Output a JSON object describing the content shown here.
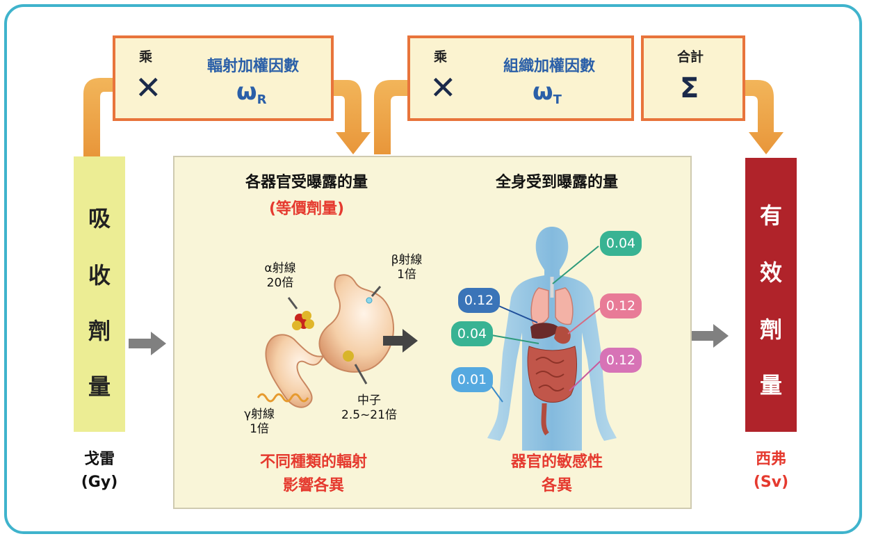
{
  "boxes": {
    "radiation": {
      "mult_label": "乘",
      "mult_sign": "✕",
      "title": "輻射加權因數",
      "symbol": "ω",
      "subscript": "R"
    },
    "tissue": {
      "mult_label": "乘",
      "mult_sign": "✕",
      "title": "組織加權因數",
      "symbol": "ω",
      "subscript": "T"
    },
    "sum": {
      "label": "合計",
      "sign": "Σ"
    }
  },
  "left_bar": {
    "chars": [
      "吸",
      "收",
      "劑",
      "量"
    ],
    "unit_name": "戈雷",
    "unit_symbol": "(Gy)"
  },
  "right_bar": {
    "chars": [
      "有",
      "效",
      "劑",
      "量"
    ],
    "unit_name": "西弗",
    "unit_symbol": "(Sv)"
  },
  "panel": {
    "organ_heading": "各器官受曝露的量",
    "organ_subheading": "(等價劑量)",
    "body_heading": "全身受到曝露的量",
    "alpha": {
      "line1": "α射線",
      "line2": "20倍"
    },
    "beta": {
      "line1": "β射線",
      "line2": "1倍"
    },
    "gamma": {
      "line1": "γ射線",
      "line2": "1倍"
    },
    "neutron": {
      "line1": "中子",
      "line2": "2.5~21倍"
    },
    "organ_caption": {
      "line1": "不同種類的輻射",
      "line2": "影響各異"
    },
    "body_caption": {
      "line1": "器官的敏感性",
      "line2": "各異"
    },
    "weights": {
      "upper_right": "0.04",
      "left_top": "0.12",
      "right_mid": "0.12",
      "left_mid": "0.04",
      "right_low": "0.12",
      "left_low": "0.01"
    }
  },
  "colors": {
    "frame": "#3fb3cc",
    "box_border": "#e8743b",
    "box_fill": "#fbf3d0",
    "absorbed_bar": "#eced94",
    "effective_bar": "#b0232a",
    "red_text": "#e53a2f",
    "blue_text": "#2a5fa8",
    "bubble_blue": "#3a74b8",
    "bubble_teal": "#38b393",
    "bubble_pink": "#e87b97",
    "bubble_violet": "#d773b6",
    "bubble_sky": "#55a9e0"
  }
}
